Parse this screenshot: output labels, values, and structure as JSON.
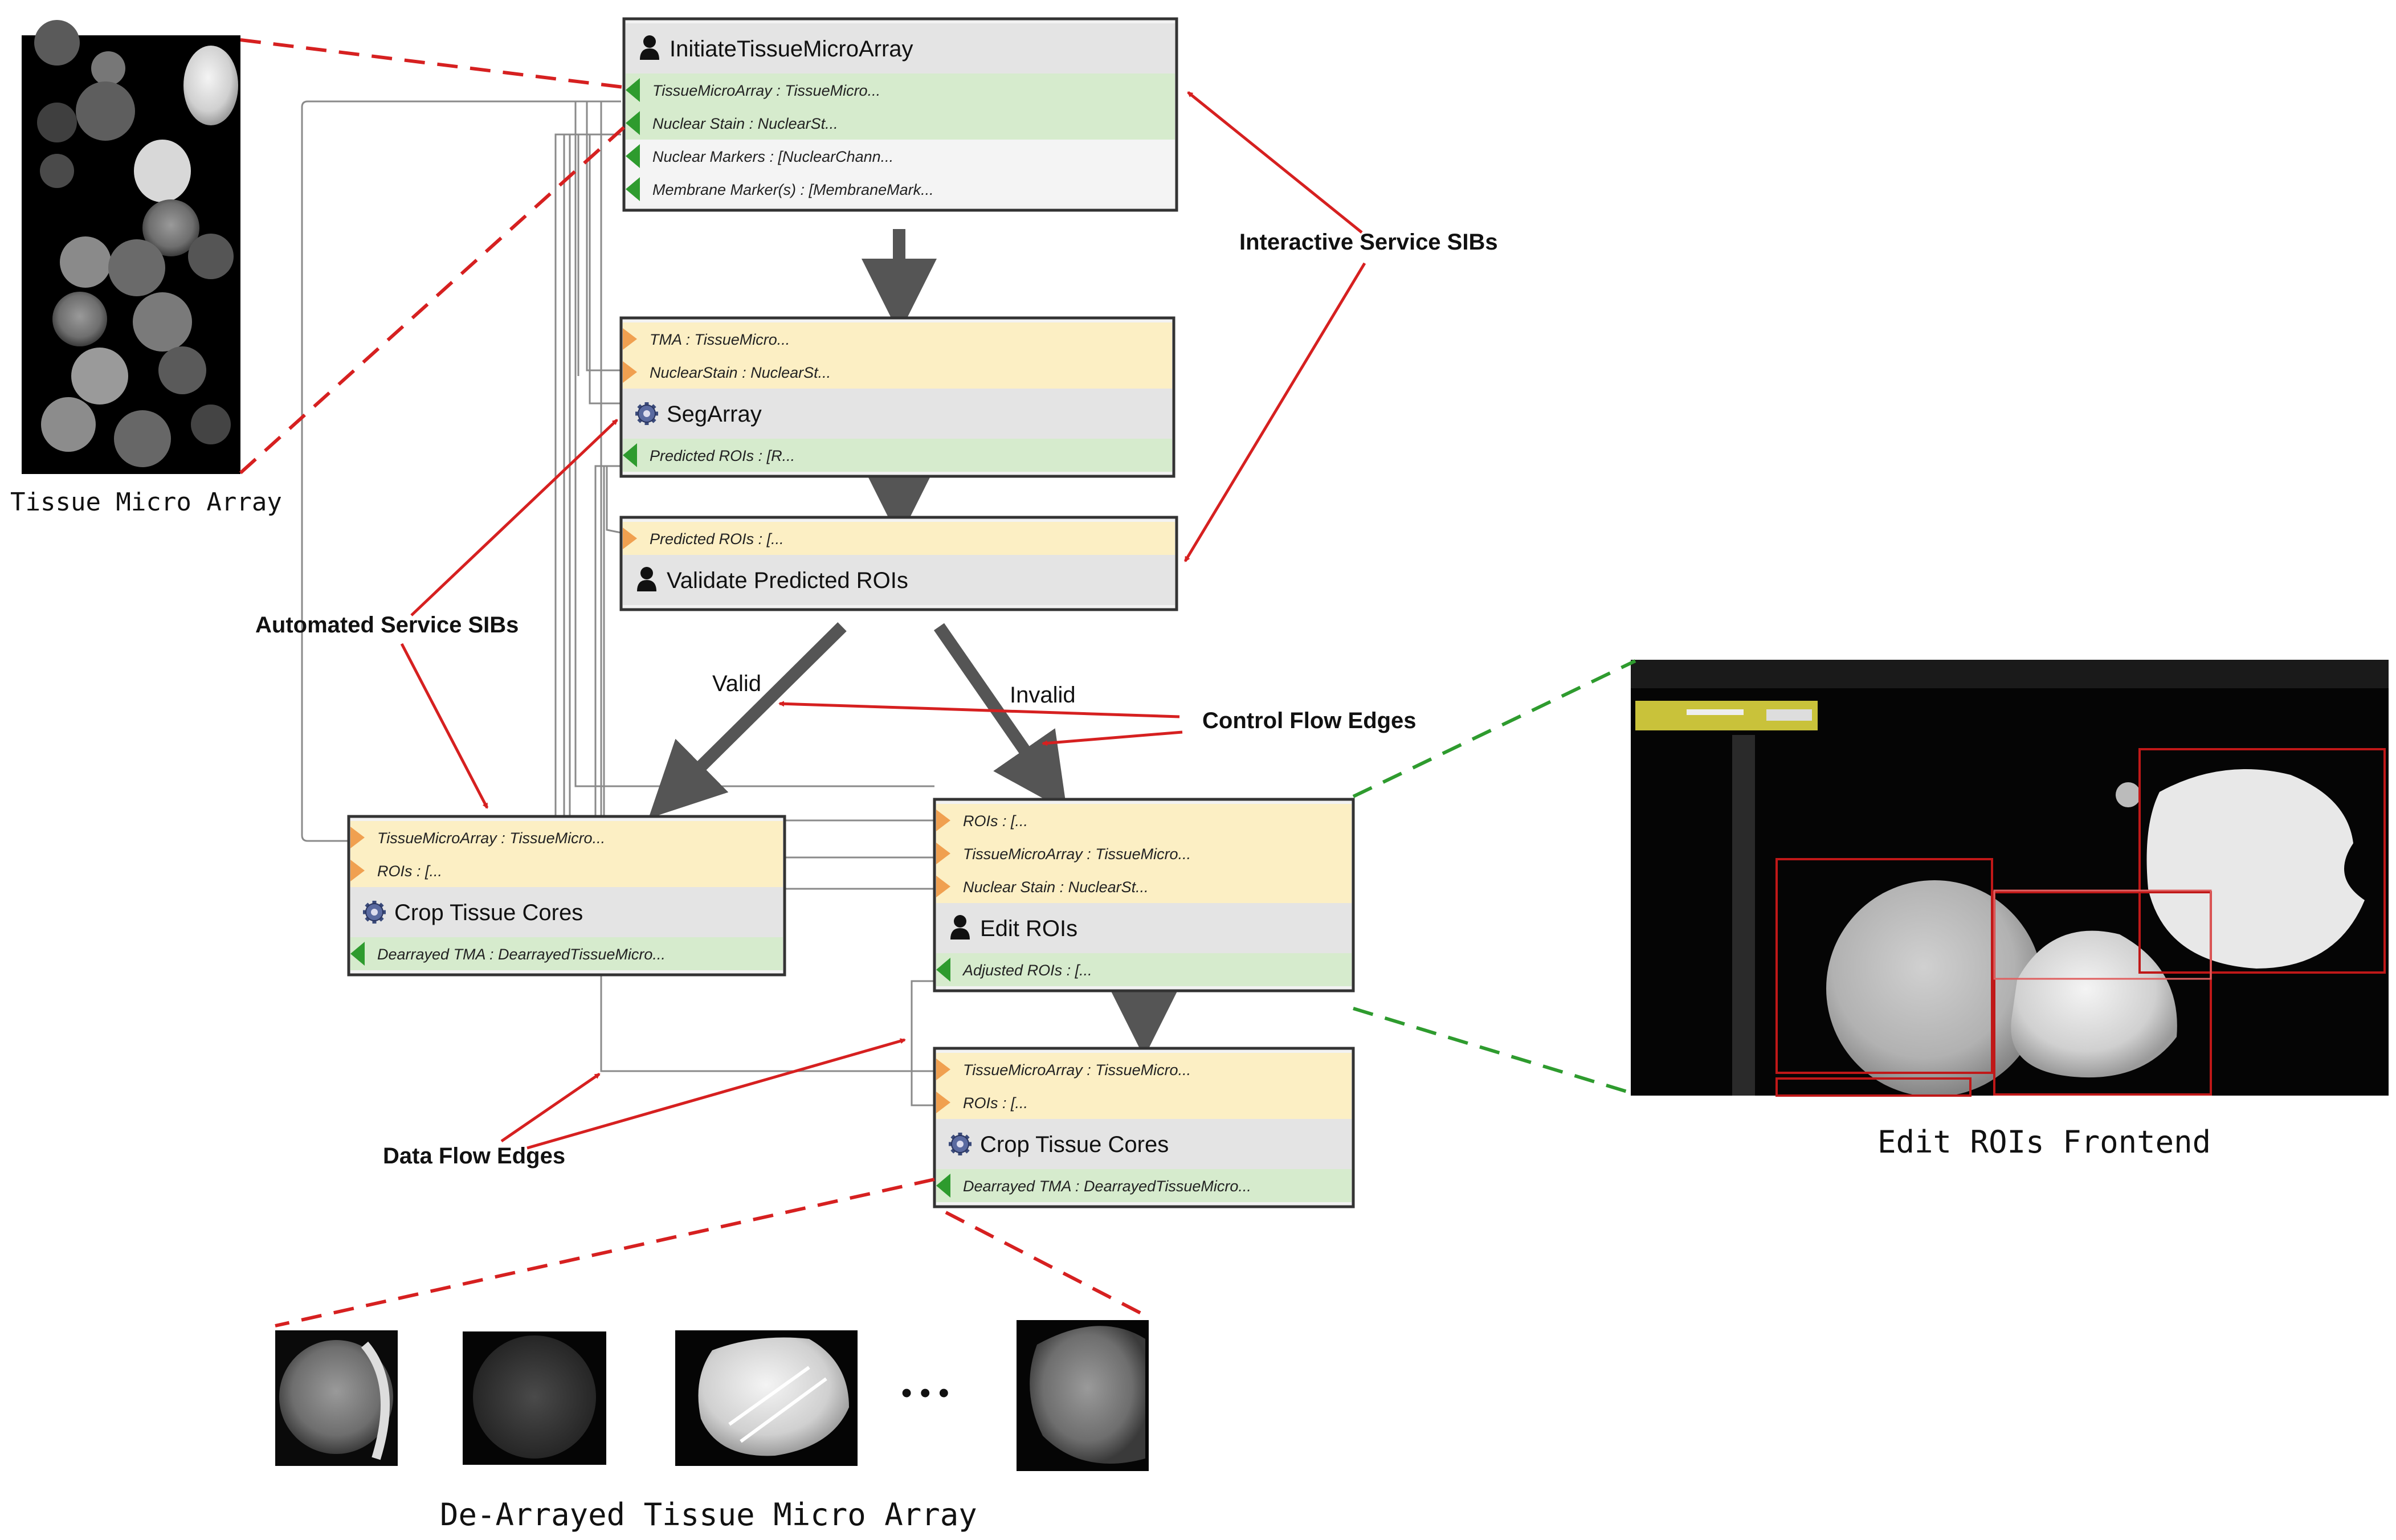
{
  "captions": {
    "tma": "Tissue Micro Array",
    "frontend": "Edit ROIs Frontend",
    "dearrayed": "De-Arrayed Tissue Micro Array",
    "ellipsis": "• • •"
  },
  "annotations": {
    "interactive": "Interactive Service SIBs",
    "automated": "Automated Service SIBs",
    "control_flow": "Control Flow Edges",
    "data_flow": "Data Flow Edges"
  },
  "edge_labels": {
    "valid": "Valid",
    "invalid": "Invalid"
  },
  "nodes": {
    "initiate": {
      "title": "InitiateTissueMicroArray",
      "kind": "interactive",
      "outputs": [
        "TissueMicroArray : TissueMicro...",
        "Nuclear Stain : NuclearSt...",
        "Nuclear Markers : [NuclearChann...",
        "Membrane Marker(s) : [MembraneMark..."
      ]
    },
    "segarray": {
      "title": "SegArray",
      "kind": "automated",
      "inputs": [
        "TMA : TissueMicro...",
        "NuclearStain : NuclearSt..."
      ],
      "outputs": [
        "Predicted ROIs : [R..."
      ]
    },
    "validate": {
      "title": "Validate Predicted ROIs",
      "kind": "interactive",
      "inputs": [
        "Predicted ROIs : [..."
      ]
    },
    "crop_left": {
      "title": "Crop Tissue Cores",
      "kind": "automated",
      "inputs": [
        "TissueMicroArray : TissueMicro...",
        "ROIs : [..."
      ],
      "outputs": [
        "Dearrayed TMA : DearrayedTissueMicro..."
      ]
    },
    "edit_rois": {
      "title": "Edit ROIs",
      "kind": "interactive",
      "inputs": [
        "ROIs : [...",
        "TissueMicroArray : TissueMicro...",
        "Nuclear Stain : NuclearSt..."
      ],
      "outputs": [
        "Adjusted ROIs : [..."
      ]
    },
    "crop_right": {
      "title": "Crop Tissue Cores",
      "kind": "automated",
      "inputs": [
        "TissueMicroArray : TissueMicro...",
        "ROIs : [..."
      ],
      "outputs": [
        "Dearrayed TMA : DearrayedTissueMicro..."
      ]
    }
  },
  "colors": {
    "input_port": "#fcefc4",
    "output_port": "#d6ebcd",
    "input_arrow": "#f0a050",
    "output_arrow": "#2e9b2e",
    "node_header": "#e4e4e4",
    "annotation": "#d62020",
    "frontend_link": "#2e9b2e",
    "control_edge": "#555555"
  }
}
